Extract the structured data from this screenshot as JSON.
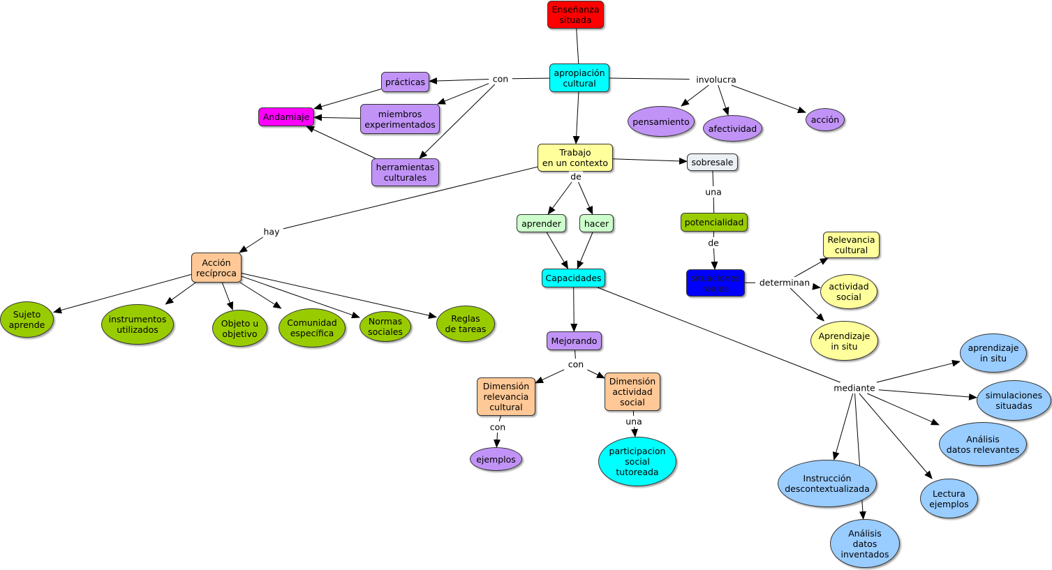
{
  "colors": {
    "red": "#ff0000",
    "cyan": "#00ffff",
    "purple": "#c193f7",
    "magenta": "#ff00ff",
    "yellow": "#ffff9c",
    "lightgray": "#ebf0f5",
    "lightgreen": "#ccffcc",
    "olive": "#99cc00",
    "blue": "#0000ff",
    "peach": "#ffc896",
    "lightblue": "#99ccff"
  },
  "concepts": [
    {
      "id": "ensenanza",
      "label": "Enseñanza\nsituada",
      "shape": "rect",
      "color": "red"
    },
    {
      "id": "apropiacion",
      "label": "apropiación\ncultural",
      "shape": "rect",
      "color": "cyan"
    },
    {
      "id": "practicas",
      "label": "prácticas",
      "shape": "rect",
      "color": "purple"
    },
    {
      "id": "andamiaje",
      "label": "Andamiaje",
      "shape": "rect",
      "color": "magenta"
    },
    {
      "id": "miembros",
      "label": "miembros\nexperimentados",
      "shape": "rect",
      "color": "purple"
    },
    {
      "id": "herramientas",
      "label": "herramientas\nculturales",
      "shape": "rect",
      "color": "purple"
    },
    {
      "id": "pensamiento",
      "label": "pensamiento",
      "shape": "ellipse",
      "color": "purple"
    },
    {
      "id": "afectividad",
      "label": "afectividad",
      "shape": "ellipse",
      "color": "purple"
    },
    {
      "id": "accion",
      "label": "acción",
      "shape": "ellipse",
      "color": "purple"
    },
    {
      "id": "trabajo",
      "label": "Trabajo\nen un contexto",
      "shape": "rect",
      "color": "yellow"
    },
    {
      "id": "sobresale",
      "label": "sobresale",
      "shape": "rect",
      "color": "lightgray"
    },
    {
      "id": "aprender",
      "label": "aprender",
      "shape": "rect",
      "color": "lightgreen"
    },
    {
      "id": "hacer",
      "label": "hacer",
      "shape": "rect",
      "color": "lightgreen"
    },
    {
      "id": "potencialidad",
      "label": "potencialidad",
      "shape": "rect",
      "color": "olive"
    },
    {
      "id": "accionreciproca",
      "label": "Acción\nrecíproca",
      "shape": "rect",
      "color": "peach"
    },
    {
      "id": "capacidades",
      "label": "Capacidades",
      "shape": "rect",
      "color": "cyan"
    },
    {
      "id": "relevancia",
      "label": "Relevancia\ncultural",
      "shape": "rect",
      "color": "yellow"
    },
    {
      "id": "situaciones",
      "label": "situaciones\nreales",
      "shape": "rect",
      "color": "blue"
    },
    {
      "id": "actividadsocial",
      "label": "actividad\nsocial",
      "shape": "ellipse",
      "color": "yellow"
    },
    {
      "id": "aprendizajeinsitu1",
      "label": "Aprendizaje\nin situ",
      "shape": "ellipse",
      "color": "yellow"
    },
    {
      "id": "sujeto",
      "label": "Sujeto\naprende",
      "shape": "ellipse",
      "color": "olive"
    },
    {
      "id": "instrumentos",
      "label": "instrumentos\nutilizados",
      "shape": "ellipse",
      "color": "olive"
    },
    {
      "id": "objeto",
      "label": "Objeto u\nobjetivo",
      "shape": "ellipse",
      "color": "olive"
    },
    {
      "id": "comunidad",
      "label": "Comunidad\nespecífica",
      "shape": "ellipse",
      "color": "olive"
    },
    {
      "id": "normas",
      "label": "Normas\nsociales",
      "shape": "ellipse",
      "color": "olive"
    },
    {
      "id": "reglas",
      "label": "Reglas\nde tareas",
      "shape": "ellipse",
      "color": "olive"
    },
    {
      "id": "mejorando",
      "label": "Mejorando",
      "shape": "rect",
      "color": "purple"
    },
    {
      "id": "dimrelevancia",
      "label": "Dimensión\nrelevancia\ncultural",
      "shape": "rect",
      "color": "peach"
    },
    {
      "id": "dimactividad",
      "label": "Dimensión\nactividad\nsocial",
      "shape": "rect",
      "color": "peach"
    },
    {
      "id": "ejemplos",
      "label": "ejemplos",
      "shape": "ellipse",
      "color": "purple"
    },
    {
      "id": "participacion",
      "label": "participacion\nsocial\ntutoreada",
      "shape": "ellipse",
      "color": "cyan"
    },
    {
      "id": "aprendizajeinsitu2",
      "label": "aprendizaje\nin situ",
      "shape": "ellipse",
      "color": "lightblue"
    },
    {
      "id": "simulaciones",
      "label": "simulaciones\nsituadas",
      "shape": "ellipse",
      "color": "lightblue"
    },
    {
      "id": "analisisrel",
      "label": "Análisis\ndatos relevantes",
      "shape": "ellipse",
      "color": "lightblue"
    },
    {
      "id": "instruccion",
      "label": "Instrucción\ndescontextualizada",
      "shape": "ellipse",
      "color": "lightblue"
    },
    {
      "id": "lectura",
      "label": "Lectura\nejemplos",
      "shape": "ellipse",
      "color": "lightblue"
    },
    {
      "id": "analisisinv",
      "label": "Análisis\ndatos\ninventados",
      "shape": "ellipse",
      "color": "lightblue"
    }
  ],
  "linking_phrases": [
    {
      "id": "con1",
      "label": "con"
    },
    {
      "id": "involucra",
      "label": "involucra"
    },
    {
      "id": "de1",
      "label": "de"
    },
    {
      "id": "una1",
      "label": "una"
    },
    {
      "id": "hay",
      "label": "hay"
    },
    {
      "id": "de2",
      "label": "de"
    },
    {
      "id": "determinan",
      "label": "determinan"
    },
    {
      "id": "con2",
      "label": "con"
    },
    {
      "id": "mediante",
      "label": "mediante"
    },
    {
      "id": "con3",
      "label": "con"
    },
    {
      "id": "una2",
      "label": "una"
    }
  ],
  "connections": [
    {
      "from": "ensenanza",
      "to": "apropiacion",
      "arrow": false
    },
    {
      "from": "apropiacion",
      "to": "con1",
      "arrow": false
    },
    {
      "from": "con1",
      "to": "practicas",
      "arrow": true
    },
    {
      "from": "con1",
      "to": "miembros",
      "arrow": true
    },
    {
      "from": "con1",
      "to": "herramientas",
      "arrow": true
    },
    {
      "from": "practicas",
      "to": "andamiaje",
      "arrow": true
    },
    {
      "from": "miembros",
      "to": "andamiaje",
      "arrow": true
    },
    {
      "from": "herramientas",
      "to": "andamiaje",
      "arrow": true
    },
    {
      "from": "apropiacion",
      "to": "involucra",
      "arrow": false
    },
    {
      "from": "involucra",
      "to": "pensamiento",
      "arrow": true
    },
    {
      "from": "involucra",
      "to": "afectividad",
      "arrow": true
    },
    {
      "from": "involucra",
      "to": "accion",
      "arrow": true
    },
    {
      "from": "apropiacion",
      "to": "trabajo",
      "arrow": true
    },
    {
      "from": "trabajo",
      "to": "sobresale",
      "arrow": true
    },
    {
      "from": "trabajo",
      "to": "de1",
      "arrow": false
    },
    {
      "from": "de1",
      "to": "aprender",
      "arrow": true
    },
    {
      "from": "de1",
      "to": "hacer",
      "arrow": true
    },
    {
      "from": "trabajo",
      "to": "hay",
      "arrow": false
    },
    {
      "from": "hay",
      "to": "accionreciproca",
      "arrow": true
    },
    {
      "from": "sobresale",
      "to": "una1",
      "arrow": false
    },
    {
      "from": "una1",
      "to": "potencialidad",
      "arrow": false
    },
    {
      "from": "potencialidad",
      "to": "de2",
      "arrow": false
    },
    {
      "from": "de2",
      "to": "situaciones",
      "arrow": true
    },
    {
      "from": "situaciones",
      "to": "determinan",
      "arrow": false
    },
    {
      "from": "determinan",
      "to": "relevancia",
      "arrow": true
    },
    {
      "from": "determinan",
      "to": "actividadsocial",
      "arrow": true
    },
    {
      "from": "determinan",
      "to": "aprendizajeinsitu1",
      "arrow": true
    },
    {
      "from": "aprender",
      "to": "capacidades",
      "arrow": true
    },
    {
      "from": "hacer",
      "to": "capacidades",
      "arrow": true
    },
    {
      "from": "accionreciproca",
      "to": "sujeto",
      "arrow": true
    },
    {
      "from": "accionreciproca",
      "to": "instrumentos",
      "arrow": true
    },
    {
      "from": "accionreciproca",
      "to": "objeto",
      "arrow": true
    },
    {
      "from": "accionreciproca",
      "to": "comunidad",
      "arrow": true
    },
    {
      "from": "accionreciproca",
      "to": "normas",
      "arrow": true
    },
    {
      "from": "accionreciproca",
      "to": "reglas",
      "arrow": true
    },
    {
      "from": "capacidades",
      "to": "mejorando",
      "arrow": true
    },
    {
      "from": "capacidades",
      "to": "mediante",
      "arrow": false
    },
    {
      "from": "mejorando",
      "to": "con2",
      "arrow": false
    },
    {
      "from": "con2",
      "to": "dimrelevancia",
      "arrow": true
    },
    {
      "from": "con2",
      "to": "dimactividad",
      "arrow": true
    },
    {
      "from": "dimrelevancia",
      "to": "con3",
      "arrow": false
    },
    {
      "from": "con3",
      "to": "ejemplos",
      "arrow": true
    },
    {
      "from": "dimactividad",
      "to": "una2",
      "arrow": false
    },
    {
      "from": "una2",
      "to": "participacion",
      "arrow": true
    },
    {
      "from": "mediante",
      "to": "aprendizajeinsitu2",
      "arrow": true
    },
    {
      "from": "mediante",
      "to": "simulaciones",
      "arrow": true
    },
    {
      "from": "mediante",
      "to": "analisisrel",
      "arrow": true
    },
    {
      "from": "mediante",
      "to": "lectura",
      "arrow": true
    },
    {
      "from": "mediante",
      "to": "instruccion",
      "arrow": true
    },
    {
      "from": "mediante",
      "to": "analisisinv",
      "arrow": true
    }
  ]
}
